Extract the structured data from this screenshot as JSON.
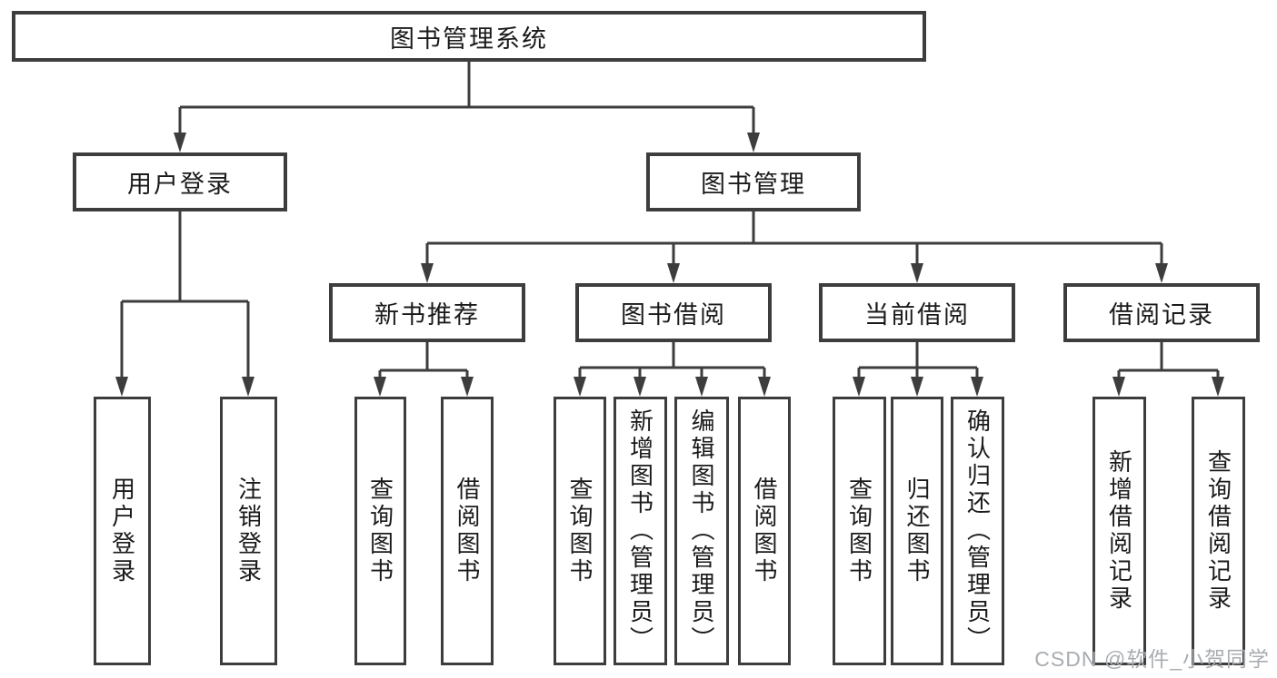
{
  "diagram": {
    "root": {
      "label": "图书管理系统"
    },
    "branches": [
      {
        "label": "用户登录",
        "children": [
          {
            "label": "用户登录"
          },
          {
            "label": "注销登录"
          }
        ]
      },
      {
        "label": "图书管理",
        "children": [
          {
            "label": "新书推荐",
            "children": [
              {
                "label": "查询图书"
              },
              {
                "label": "借阅图书"
              }
            ]
          },
          {
            "label": "图书借阅",
            "children": [
              {
                "label": "查询图书"
              },
              {
                "label": "新增图书（管理员）"
              },
              {
                "label": "编辑图书（管理员）"
              },
              {
                "label": "借阅图书"
              }
            ]
          },
          {
            "label": "当前借阅",
            "children": [
              {
                "label": "查询图书"
              },
              {
                "label": "归还图书"
              },
              {
                "label": "确认归还（管理员）"
              }
            ]
          },
          {
            "label": "借阅记录",
            "children": [
              {
                "label": "新增借阅记录"
              },
              {
                "label": "查询借阅记录"
              }
            ]
          }
        ]
      }
    ],
    "watermark": "CSDN @软件_小贺同学",
    "colors": {
      "background": "#ffffff",
      "line": "#3d3d3d",
      "box_border": "#3d3d3d",
      "text": "#1a1a1a",
      "watermark_text": "#a9adb1"
    }
  }
}
